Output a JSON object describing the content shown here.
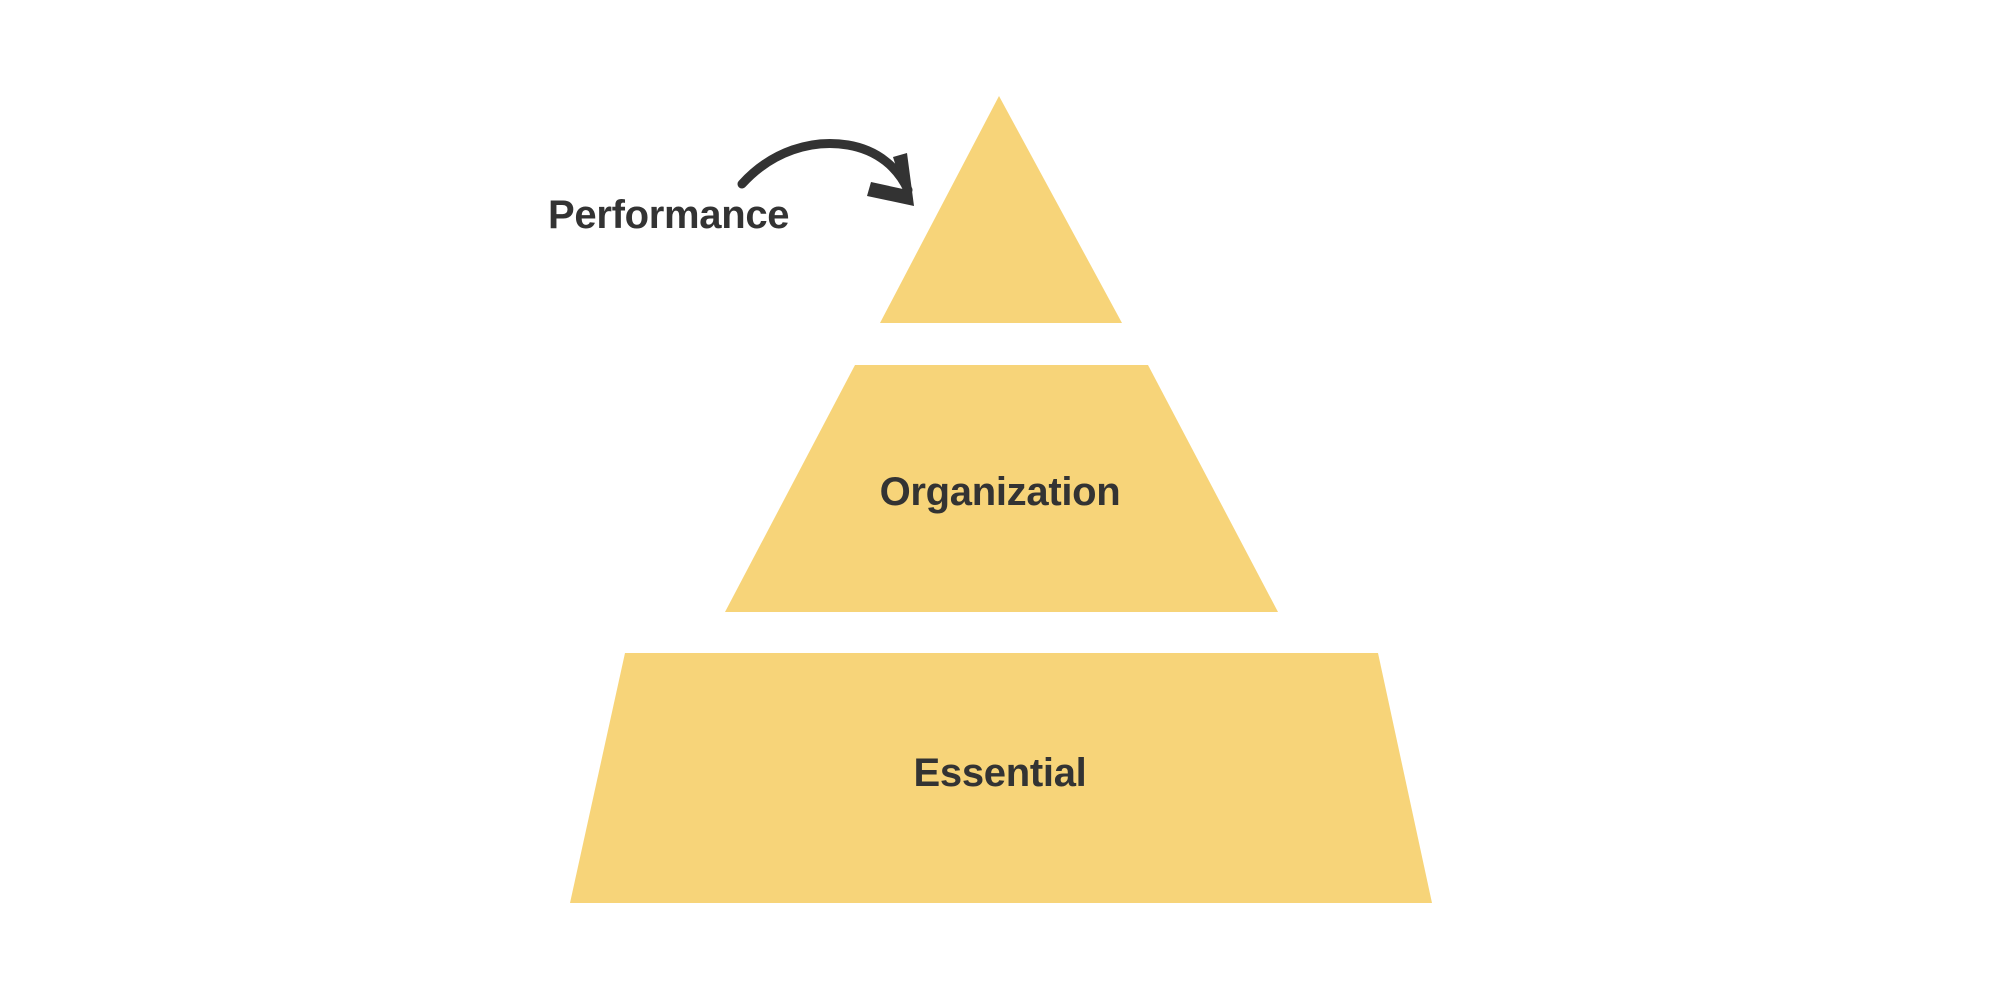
{
  "diagram": {
    "type": "pyramid",
    "title": "",
    "background_color": "#ffffff",
    "tier_fill_color": "#f7d479",
    "text_color": "#333333",
    "accent_color": "#333333",
    "tiers": [
      {
        "id": "performance",
        "level": 1,
        "position": "top",
        "label": "",
        "label_placement": "external-left-callout",
        "fill": "#f7d479"
      },
      {
        "id": "organization",
        "level": 2,
        "position": "middle",
        "label": "Organization",
        "label_placement": "inside",
        "fill": "#f7d479"
      },
      {
        "id": "essential",
        "level": 3,
        "position": "bottom",
        "label": "Essential",
        "label_placement": "inside",
        "fill": "#f7d479"
      }
    ],
    "callout": {
      "id": "performance-callout",
      "label": "Performance",
      "points_to": "performance",
      "arrow": "curved-arrow-right",
      "color": "#333333"
    }
  }
}
